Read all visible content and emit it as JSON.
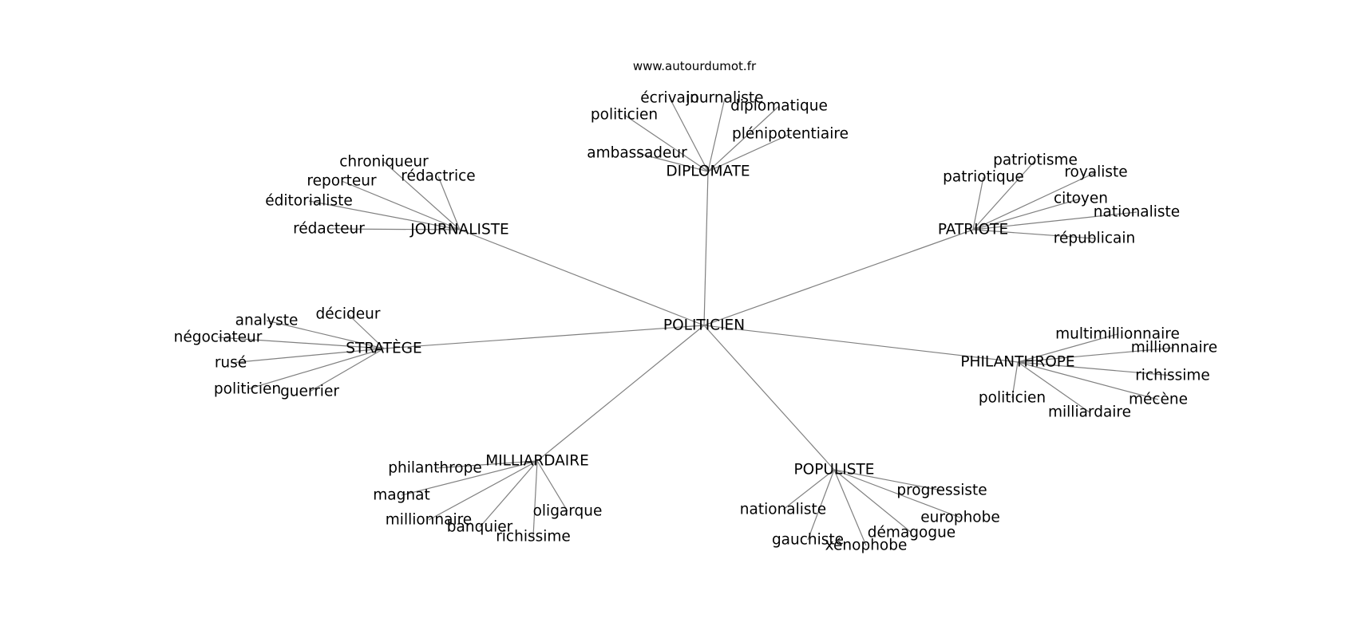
{
  "watermark": "www.autourdumot.fr",
  "graph": {
    "root": "POLITICIEN",
    "nodes": [
      {
        "id": "politicien_root",
        "label": "POLITICIEN",
        "kind": "root"
      },
      {
        "id": "diplomate",
        "label": "DIPLOMATE",
        "kind": "hub"
      },
      {
        "id": "journaliste",
        "label": "JOURNALISTE",
        "kind": "hub"
      },
      {
        "id": "patriote",
        "label": "PATRIOTE",
        "kind": "hub"
      },
      {
        "id": "stratege",
        "label": "STRATÈGE",
        "kind": "hub"
      },
      {
        "id": "philanthrope",
        "label": "PHILANTHROPE",
        "kind": "hub"
      },
      {
        "id": "milliardaire",
        "label": "MILLIARDAIRE",
        "kind": "hub"
      },
      {
        "id": "populiste",
        "label": "POPULISTE",
        "kind": "hub"
      },
      {
        "id": "d_politicien",
        "label": "politicien",
        "kind": "leaf"
      },
      {
        "id": "d_ecrivain",
        "label": "écrivain",
        "kind": "leaf"
      },
      {
        "id": "d_journaliste",
        "label": "journaliste",
        "kind": "leaf"
      },
      {
        "id": "d_diplomatique",
        "label": "diplomatique",
        "kind": "leaf"
      },
      {
        "id": "d_plenipotentiaire",
        "label": "plénipotentiaire",
        "kind": "leaf"
      },
      {
        "id": "d_ambassadeur",
        "label": "ambassadeur",
        "kind": "leaf"
      },
      {
        "id": "j_chroniqueur",
        "label": "chroniqueur",
        "kind": "leaf"
      },
      {
        "id": "j_redactrice",
        "label": "rédactrice",
        "kind": "leaf"
      },
      {
        "id": "j_reporteur",
        "label": "reporteur",
        "kind": "leaf"
      },
      {
        "id": "j_editorialiste",
        "label": "éditorialiste",
        "kind": "leaf"
      },
      {
        "id": "j_redacteur",
        "label": "rédacteur",
        "kind": "leaf"
      },
      {
        "id": "p_patriotisme",
        "label": "patriotisme",
        "kind": "leaf"
      },
      {
        "id": "p_patriotique",
        "label": "patriotique",
        "kind": "leaf"
      },
      {
        "id": "p_royaliste",
        "label": "royaliste",
        "kind": "leaf"
      },
      {
        "id": "p_citoyen",
        "label": "citoyen",
        "kind": "leaf"
      },
      {
        "id": "p_nationaliste",
        "label": "nationaliste",
        "kind": "leaf"
      },
      {
        "id": "p_republicain",
        "label": "républicain",
        "kind": "leaf"
      },
      {
        "id": "s_analyste",
        "label": "analyste",
        "kind": "leaf"
      },
      {
        "id": "s_decideur",
        "label": "décideur",
        "kind": "leaf"
      },
      {
        "id": "s_negociateur",
        "label": "négociateur",
        "kind": "leaf"
      },
      {
        "id": "s_ruse",
        "label": "rusé",
        "kind": "leaf"
      },
      {
        "id": "s_politicien",
        "label": "politicien",
        "kind": "leaf"
      },
      {
        "id": "s_guerrier",
        "label": "guerrier",
        "kind": "leaf"
      },
      {
        "id": "ph_multimillionnaire",
        "label": "multimillionnaire",
        "kind": "leaf"
      },
      {
        "id": "ph_millionnaire",
        "label": "millionnaire",
        "kind": "leaf"
      },
      {
        "id": "ph_richissime",
        "label": "richissime",
        "kind": "leaf"
      },
      {
        "id": "ph_politicien",
        "label": "politicien",
        "kind": "leaf"
      },
      {
        "id": "ph_mecene",
        "label": "mécène",
        "kind": "leaf"
      },
      {
        "id": "ph_milliardaire",
        "label": "milliardaire",
        "kind": "leaf"
      },
      {
        "id": "m_philanthrope",
        "label": "philanthrope",
        "kind": "leaf"
      },
      {
        "id": "m_magnat",
        "label": "magnat",
        "kind": "leaf"
      },
      {
        "id": "m_millionnaire",
        "label": "millionnaire",
        "kind": "leaf"
      },
      {
        "id": "m_banquier",
        "label": "banquier",
        "kind": "leaf"
      },
      {
        "id": "m_richissime",
        "label": "richissime",
        "kind": "leaf"
      },
      {
        "id": "m_oligarque",
        "label": "oligarque",
        "kind": "leaf"
      },
      {
        "id": "po_progressiste",
        "label": "progressiste",
        "kind": "leaf"
      },
      {
        "id": "po_nationaliste",
        "label": "nationaliste",
        "kind": "leaf"
      },
      {
        "id": "po_europhobe",
        "label": "europhobe",
        "kind": "leaf"
      },
      {
        "id": "po_demagogue",
        "label": "démagogue",
        "kind": "leaf"
      },
      {
        "id": "po_gauchiste",
        "label": "gauchiste",
        "kind": "leaf"
      },
      {
        "id": "po_xenophobe",
        "label": "xénophobe",
        "kind": "leaf"
      }
    ],
    "edges": [
      [
        "politicien_root",
        "diplomate"
      ],
      [
        "politicien_root",
        "journaliste"
      ],
      [
        "politicien_root",
        "patriote"
      ],
      [
        "politicien_root",
        "stratege"
      ],
      [
        "politicien_root",
        "philanthrope"
      ],
      [
        "politicien_root",
        "milliardaire"
      ],
      [
        "politicien_root",
        "populiste"
      ],
      [
        "diplomate",
        "d_politicien"
      ],
      [
        "diplomate",
        "d_ecrivain"
      ],
      [
        "diplomate",
        "d_journaliste"
      ],
      [
        "diplomate",
        "d_diplomatique"
      ],
      [
        "diplomate",
        "d_plenipotentiaire"
      ],
      [
        "diplomate",
        "d_ambassadeur"
      ],
      [
        "journaliste",
        "j_chroniqueur"
      ],
      [
        "journaliste",
        "j_redactrice"
      ],
      [
        "journaliste",
        "j_reporteur"
      ],
      [
        "journaliste",
        "j_editorialiste"
      ],
      [
        "journaliste",
        "j_redacteur"
      ],
      [
        "patriote",
        "p_patriotisme"
      ],
      [
        "patriote",
        "p_patriotique"
      ],
      [
        "patriote",
        "p_royaliste"
      ],
      [
        "patriote",
        "p_citoyen"
      ],
      [
        "patriote",
        "p_nationaliste"
      ],
      [
        "patriote",
        "p_republicain"
      ],
      [
        "stratege",
        "s_analyste"
      ],
      [
        "stratege",
        "s_decideur"
      ],
      [
        "stratege",
        "s_negociateur"
      ],
      [
        "stratege",
        "s_ruse"
      ],
      [
        "stratege",
        "s_politicien"
      ],
      [
        "stratege",
        "s_guerrier"
      ],
      [
        "philanthrope",
        "ph_multimillionnaire"
      ],
      [
        "philanthrope",
        "ph_millionnaire"
      ],
      [
        "philanthrope",
        "ph_richissime"
      ],
      [
        "philanthrope",
        "ph_politicien"
      ],
      [
        "philanthrope",
        "ph_mecene"
      ],
      [
        "philanthrope",
        "ph_milliardaire"
      ],
      [
        "milliardaire",
        "m_philanthrope"
      ],
      [
        "milliardaire",
        "m_magnat"
      ],
      [
        "milliardaire",
        "m_millionnaire"
      ],
      [
        "milliardaire",
        "m_banquier"
      ],
      [
        "milliardaire",
        "m_richissime"
      ],
      [
        "milliardaire",
        "m_oligarque"
      ],
      [
        "populiste",
        "po_progressiste"
      ],
      [
        "populiste",
        "po_nationaliste"
      ],
      [
        "populiste",
        "po_europhobe"
      ],
      [
        "populiste",
        "po_demagogue"
      ],
      [
        "populiste",
        "po_gauchiste"
      ],
      [
        "populiste",
        "po_xenophobe"
      ]
    ]
  }
}
